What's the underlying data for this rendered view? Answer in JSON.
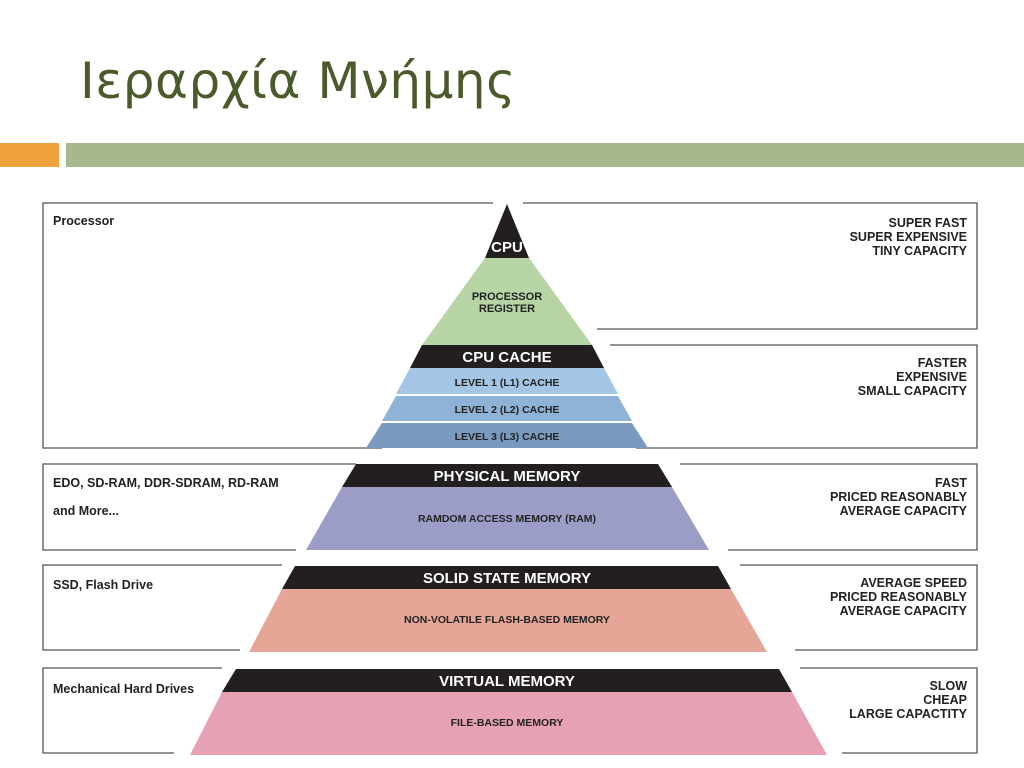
{
  "title": "Ιεραρχία Μνήμης",
  "tiers": [
    {
      "header": "CPU",
      "sub": [
        "PROCESSOR",
        "REGISTER"
      ],
      "left": [
        "Processor"
      ],
      "right": [
        "SUPER FAST",
        "SUPER EXPENSIVE",
        "TINY CAPACITY"
      ],
      "color": "#b6d4a4"
    },
    {
      "header": "CPU CACHE",
      "levels": [
        "LEVEL 1 (L1) CACHE",
        "LEVEL 2 (L2) CACHE",
        "LEVEL 3 (L3) CACHE"
      ],
      "level_colors": [
        "#a3c6e4",
        "#8fb3d6",
        "#7a9ac0"
      ],
      "right": [
        "FASTER",
        "EXPENSIVE",
        "SMALL CAPACITY"
      ]
    },
    {
      "header": "PHYSICAL MEMORY",
      "sub": [
        "RAMDOM ACCESS MEMORY (RAM)"
      ],
      "left": [
        "EDO, SD-RAM, DDR-SDRAM, RD-RAM",
        "and More..."
      ],
      "right": [
        "FAST",
        "PRICED REASONABLY",
        "AVERAGE CAPACITY"
      ],
      "color": "#9b9dc7"
    },
    {
      "header": "SOLID STATE MEMORY",
      "sub": [
        "NON-VOLATILE FLASH-BASED MEMORY"
      ],
      "left": [
        "SSD, Flash Drive"
      ],
      "right": [
        "AVERAGE SPEED",
        "PRICED REASONABLY",
        "AVERAGE CAPACITY"
      ],
      "color": "#e6a697"
    },
    {
      "header": "VIRTUAL MEMORY",
      "sub": [
        "FILE-BASED MEMORY"
      ],
      "left": [
        "Mechanical Hard Drives"
      ],
      "right": [
        "SLOW",
        "CHEAP",
        "LARGE CAPACTITY"
      ],
      "color": "#e6a2b2"
    }
  ],
  "colors": {
    "header_fill": "#231f20",
    "accent_orange": "#f0a23c",
    "accent_green": "#a7b88c"
  }
}
